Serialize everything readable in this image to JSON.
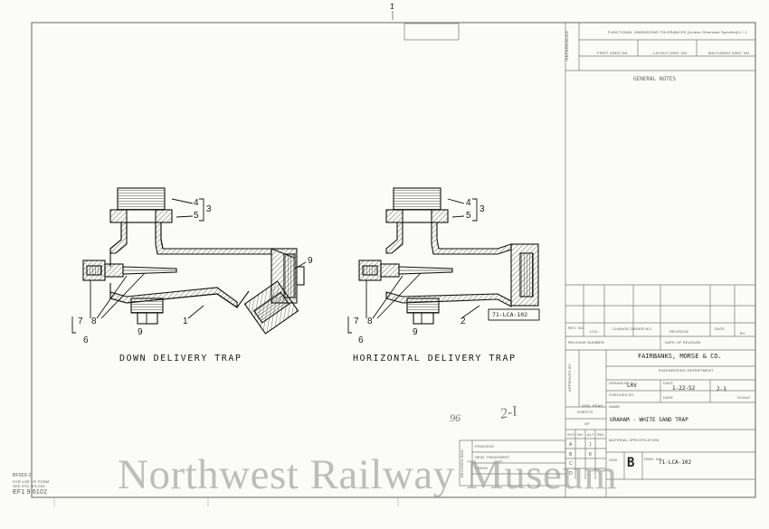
{
  "drawing": {
    "sheet_mark": "I",
    "references_label": "REFERENCES",
    "ref_header": "FUNCTIONAL DIMENSIONS TOLERANCES (Unless Otherwise Specified)",
    "ref_page": "1 / 1",
    "first_used_on": "FIRST USED ON",
    "layout_dwg": "LAYOUT DWG. NO.",
    "machining_dwg": "MACHINING DWG. NO.",
    "general_notes": "GENERAL NOTES",
    "rev_label": "REV. NO.",
    "loc_label": "LOC.",
    "change_order": "CHANGE ORDER NO.",
    "rev_title": "REVISION",
    "date_label": "DATE",
    "by_label": "BY",
    "release_number": "RELEASE NUMBER",
    "date_of_release": "DATE OF RELEASE",
    "approved_by": "APPROVED BY",
    "company": "FAIRBANKS, MORSE & CO.",
    "department": "ENGINEERING DEPARTMENT",
    "drawn_by_label": "DRAWN BY",
    "drawn_by": "LRV",
    "date_value": "1-22-52",
    "scale_value": "2-1",
    "scale_label": "SCALE",
    "checked_by": "CHECKED BY",
    "dsn_head": "DSN. HEAD",
    "name_label": "NAME",
    "drawing_name": "GRAHAM - WHITE SAND TRAP",
    "sheets_label": "SHEETS",
    "of_label": "OF",
    "sheet_cols": [
      "SHT.",
      "NO.",
      "ALT.",
      "REL."
    ],
    "sheet_rows": [
      [
        "A",
        "J"
      ],
      [
        "B",
        "K"
      ],
      [
        "C",
        ""
      ],
      [
        "D",
        ""
      ]
    ],
    "material_label": "MATERIAL SPECIFICATION",
    "size_label": "SIZE",
    "size_value": "B",
    "dwg_no_label": "DWG. NO.",
    "dwg_no": "71-LCA-102",
    "process_label": "PROCESS",
    "heat_treatment": "HEAT TREATMENT",
    "finish_label": "FINISH",
    "revision_box_label": "REVISION BOX",
    "left_margin_notes": [
      "BF950-2",
      "FOR USE OF FORM",
      "SEE STD. ES-900",
      "EF1 9 6102"
    ]
  },
  "views": [
    {
      "caption": "DOWN DELIVERY TRAP",
      "callouts": [
        "4",
        "5",
        "3",
        "9",
        "7",
        "8",
        "6",
        "9",
        "1"
      ]
    },
    {
      "caption": "HORIZONTAL DELIVERY TRAP",
      "callouts": [
        "4",
        "5",
        "3",
        "7",
        "8",
        "6",
        "9",
        "2"
      ],
      "tag": "71-LCA-102"
    }
  ],
  "handwriting": [
    "96",
    "2-I"
  ],
  "watermark": "Northwest Railway Museum"
}
